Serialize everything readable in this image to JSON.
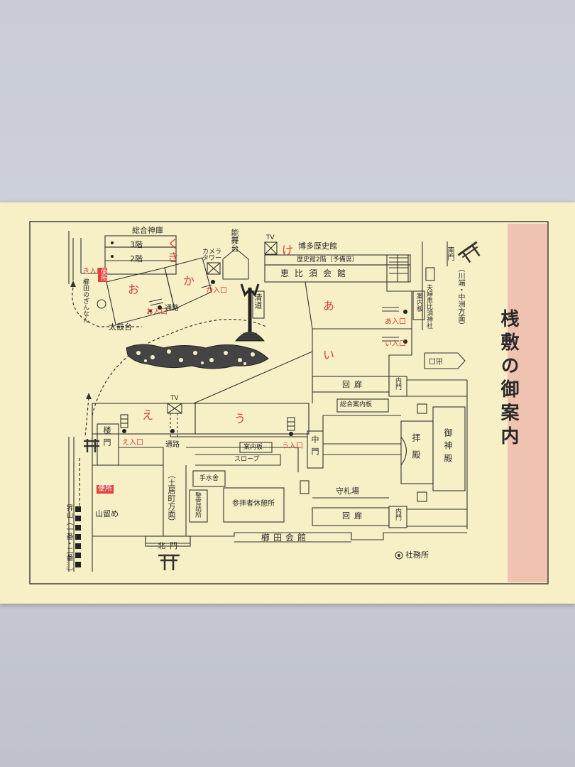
{
  "title": "桟敷の御案内",
  "colors": {
    "paper": "#f7f0c6",
    "accent_band": "#f0c2b0",
    "red": "#d6403a",
    "ink": "#2a2a2a"
  },
  "sections": {
    "a": "あ",
    "i": "い",
    "u": "う",
    "e": "え",
    "o": "お",
    "ka": "か",
    "ki": "き",
    "ku": "く",
    "ke": "け"
  },
  "entrances": {
    "a": "あ入口",
    "i": "い入口",
    "u": "う入口",
    "e": "え入口",
    "o": "お入口",
    "ka": "か入口",
    "ki": "き入口"
  },
  "labels": {
    "sogo_jinko": "総合神庫",
    "floor3": "3階",
    "floor2": "2階",
    "noh_stage": "能舞台",
    "camera_tower": "カメラタワー",
    "tv": "TV",
    "hakata_museum": "博多歴史館",
    "museum_2f": "歴史館2階（予備席）",
    "ebisu_hall": "恵比須会館",
    "seido": "清道",
    "minamimon": "南門",
    "kawabata": "（川端・中洲方面）",
    "ebisu_shrine": "夫婦恵比須神社",
    "annai_board": "案内板",
    "exit_sign": "出口",
    "kairo": "回廊",
    "naimon": "内門",
    "sogo_annai": "総合案内板",
    "haiden": "拝殿",
    "goshinden": "御神殿",
    "omamori": "守札場",
    "romon": "楼門",
    "chumon": "中門",
    "temizuya": "手水舎",
    "slope": "スロープ",
    "kyukeijo": "参拝者休憩所",
    "keikan": "警官詰所",
    "doi": "（土居町方面）",
    "kitamon": "北門",
    "kushida_hall": "櫛田会館",
    "shamusho": "社務所",
    "tsuro": "通路",
    "taikodai": "太鼓台",
    "toilet": "便所",
    "yamatome": "山留め",
    "ginnan": "櫛田のぎんなん",
    "noborisan": "昇山（一番・二番…）"
  }
}
